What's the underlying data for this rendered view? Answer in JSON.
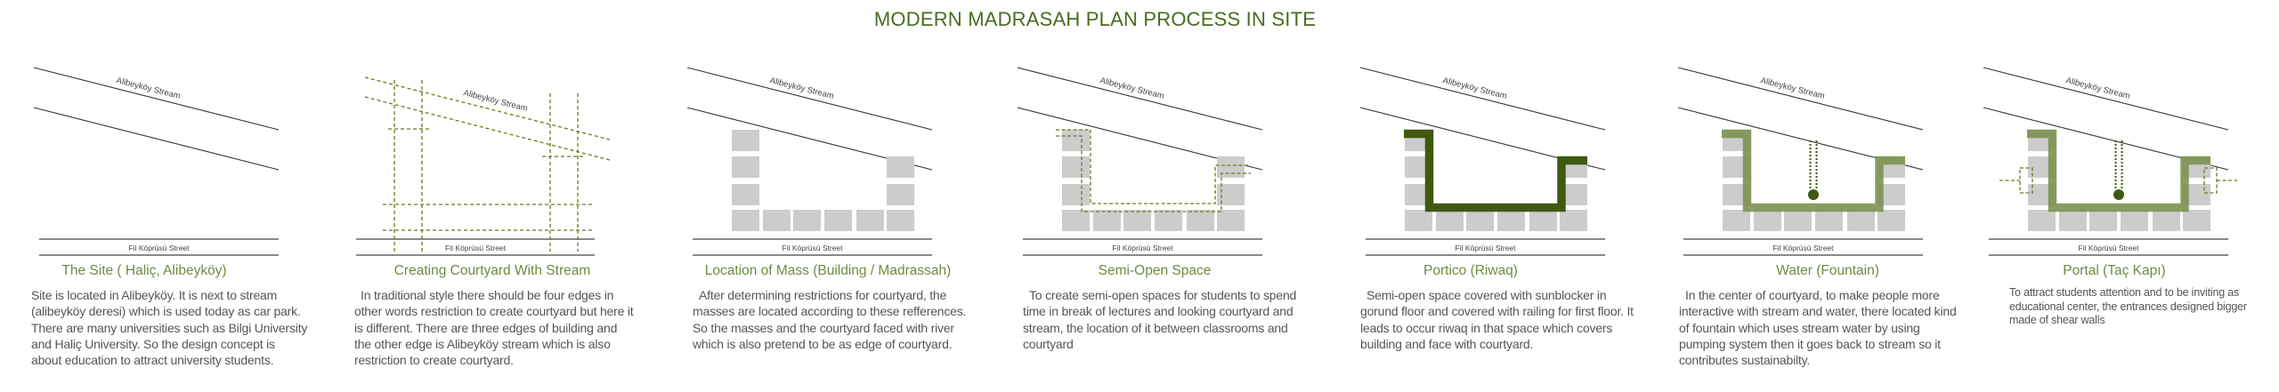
{
  "title": "MODERN MADRASAH PLAN PROCESS IN SITE",
  "colors": {
    "title": "#4a6b1f",
    "dark_green": "#3f5a0f",
    "light_green": "#7d9150",
    "dashed_green": "#6b7a1e",
    "block_gray": "#cccccc",
    "line": "#333333"
  },
  "stream_label": "Alibeyköy Stream",
  "street_label": "Fil Köprüsü Street",
  "panels": [
    {
      "title": "The Site ( Haliç, Alibeyköy)",
      "description": [
        "Site is located in Alibeyköy. It is next to stream",
        "(alibeyköy deresi) which is used today as car park.",
        "There are many universities such as Bilgi University",
        "and Haliç University. So the design concept is",
        "about education to attract university students."
      ]
    },
    {
      "title": "Creating Courtyard With Stream",
      "description": [
        "In traditional style there should be four edges in",
        "other words restriction to create courtyard but here it",
        "is different. There are three edges of building and",
        "the other edge is Alibeyköy stream which is also",
        "restriction to create courtyard."
      ]
    },
    {
      "title": "Location of Mass (Building / Madrassah)",
      "description": [
        "After determining restrictions for courtyard, the",
        "masses are located according to these refferences.",
        "So the masses and the courtyard faced with river",
        "which is also pretend to be as edge of courtyard."
      ]
    },
    {
      "title": "Semi-Open Space",
      "description": [
        "To create semi-open spaces for students to spend",
        "time in break of lectures and looking courtyard and",
        "stream, the location of it between classrooms and",
        "courtyard"
      ]
    },
    {
      "title": "Portico (Riwaq)",
      "description": [
        "Semi-open space covered with sunblocker in",
        "gorund floor and covered with railing for first floor. It",
        "leads to occur riwaq in that space which covers",
        "building and face with courtyard."
      ]
    },
    {
      "title": "Water (Fountain)",
      "description": [
        "In the center of courtyard, to make people more",
        "interactive with stream and water, there located kind",
        "of fountain which uses stream water by using",
        "pumping system then it goes back to stream so it",
        "contributes sustainabilty."
      ]
    },
    {
      "title": "Portal (Taç Kapı)",
      "description": [
        "To attract students attention and to be inviting as",
        "educational center, the entrances designed bigger",
        "made of shear walls"
      ]
    }
  ]
}
